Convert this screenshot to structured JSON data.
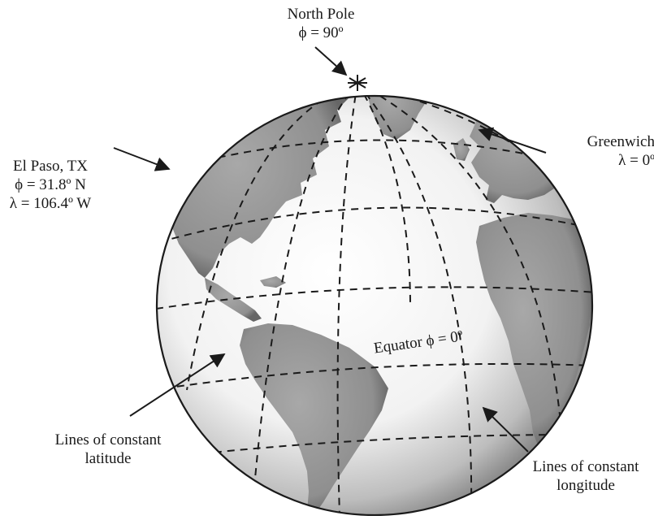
{
  "labels": {
    "north_pole": {
      "line1": "North Pole",
      "line2": "ϕ = 90º"
    },
    "greenwich": {
      "line1": "Greenwich",
      "line2": "λ = 0º"
    },
    "el_paso": {
      "line1": "El Paso, TX",
      "line2": "ϕ = 31.8º N",
      "line3": "λ = 106.4º W"
    },
    "equator": "Equator ϕ = 0º",
    "latitude": {
      "line1": "Lines of constant",
      "line2": "latitude"
    },
    "longitude": {
      "line1": "Lines of constant",
      "line2": "longitude"
    }
  },
  "colors": {
    "ocean_light": "#ffffff",
    "ocean_edge": "#9a9a9a",
    "land": "#8d8d8d",
    "outline": "#1a1a1a",
    "grid": "#1a1a1a"
  }
}
